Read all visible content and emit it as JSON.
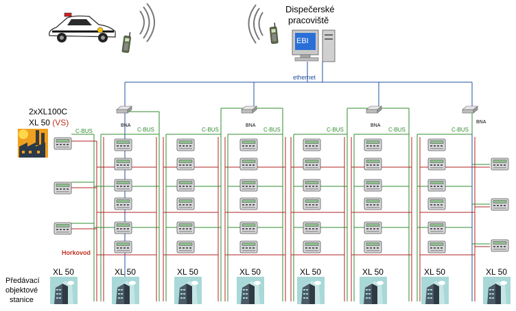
{
  "header": {
    "dispatch_line1": "Dispečerské",
    "dispatch_line2": "pracoviště",
    "ebi": "EBI",
    "ethernet": "ethernet"
  },
  "left_station": {
    "line1": "2xXL100C",
    "line2_main": "XL 50",
    "line2_paren": "(VS)"
  },
  "labels": {
    "bna": "BNA",
    "cbus": "C-BUS",
    "horkovod": "Horkovod",
    "xl50": "XL 50",
    "station_line1": "Předávací",
    "station_line2": "objektové",
    "station_line3": "stanice"
  },
  "colors": {
    "ethernet_line": "#1f4f9f",
    "cbus_line": "#2e8b2e",
    "horkovod_line": "#b02020",
    "horkovod_text": "#c03020",
    "vs_text": "#c03020",
    "building": "#9fd4d4"
  },
  "icons": [
    "police-car-icon",
    "mobile-phone-icon",
    "signal-waves-icon",
    "computer-icon",
    "router-icon",
    "controller-icon",
    "factory-icon",
    "building-icon"
  ]
}
